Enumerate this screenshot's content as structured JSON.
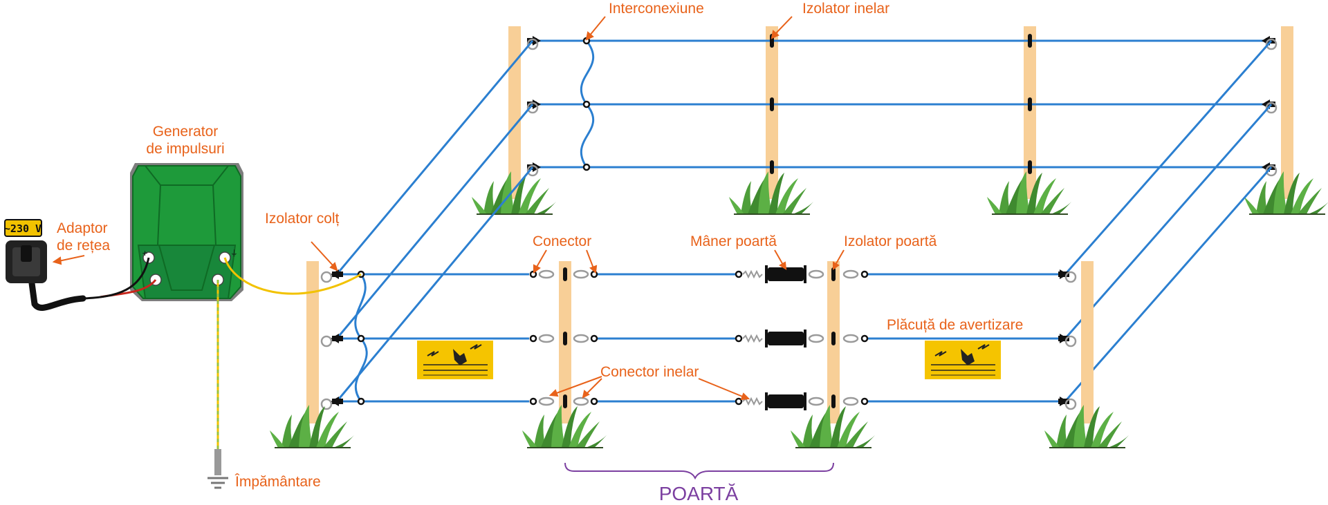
{
  "diagram": {
    "labels": {
      "interconnection": "Interconexiune",
      "ring_insulator_top": "Izolator inelar",
      "generator_line1": "Generator",
      "generator_line2": "de impulsuri",
      "adapter_line1": "Adaptor",
      "adapter_line2": "de rețea",
      "corner_insulator": "Izolator colț",
      "connector": "Conector",
      "gate_handle": "Mâner poartă",
      "gate_insulator": "Izolator poartă",
      "warning_sign": "Plăcuță de avertizare",
      "ring_connector": "Conector inelar",
      "grounding": "Împământare",
      "gate": "POARTĂ"
    },
    "voltage_badge": "~230 V",
    "colors": {
      "label_orange": "#e8621a",
      "wire_blue": "#2b7fd0",
      "post_wood": "#f8cf97",
      "generator_green": "#1e9a3a",
      "gate_purple": "#7b3fa0",
      "warning_yellow": "#f5c400",
      "ground_wire": "#9ac23c"
    }
  }
}
